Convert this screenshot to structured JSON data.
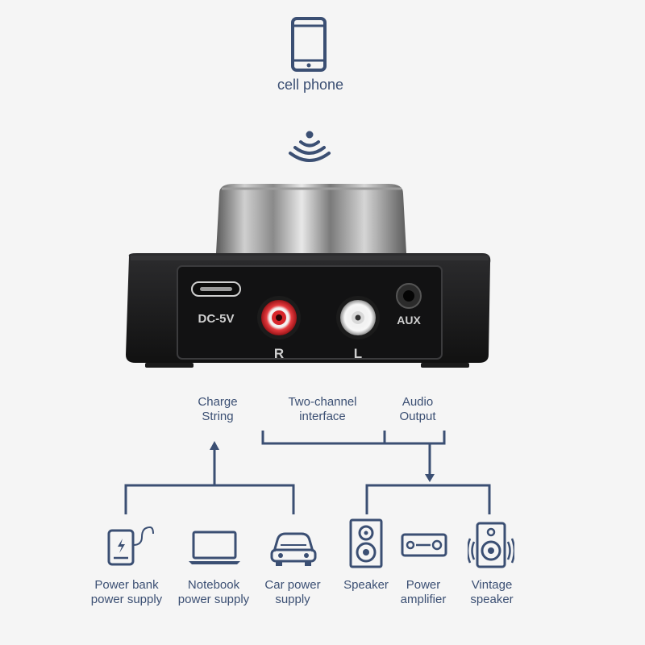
{
  "source": {
    "label": "cell phone",
    "icon": "smartphone-icon"
  },
  "signal": {
    "icon": "wireless-signal-icon"
  },
  "device": {
    "ports": {
      "dc": "DC-5V",
      "right": "R",
      "left": "L",
      "aux": "AUX"
    }
  },
  "interfaces": {
    "charge": [
      "Charge",
      "String"
    ],
    "two_channel": [
      "Two-channel",
      "interface"
    ],
    "audio_output": [
      "Audio",
      "Output"
    ]
  },
  "power_sources": [
    {
      "lines": [
        "Power bank",
        "power supply"
      ],
      "icon": "power-bank-icon"
    },
    {
      "lines": [
        "Notebook",
        "power supply"
      ],
      "icon": "laptop-icon"
    },
    {
      "lines": [
        "Car power",
        "supply"
      ],
      "icon": "car-icon"
    }
  ],
  "outputs": [
    {
      "lines": [
        "Speaker"
      ],
      "icon": "speaker-icon"
    },
    {
      "lines": [
        "Power",
        "amplifier"
      ],
      "icon": "amplifier-icon"
    },
    {
      "lines": [
        "Vintage",
        "speaker"
      ],
      "icon": "vintage-speaker-icon"
    }
  ],
  "colors": {
    "line": "#3b4f73",
    "device_body": "#1c1c1e",
    "rca_red": "#d7262b"
  }
}
